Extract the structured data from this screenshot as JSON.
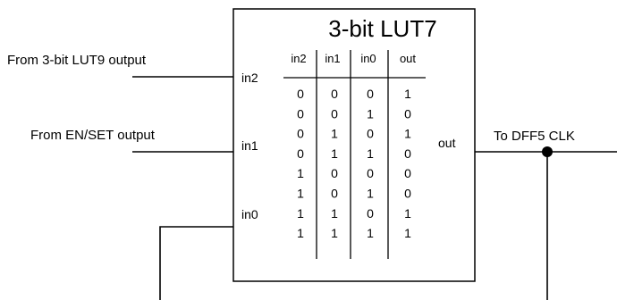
{
  "lut": {
    "title": "3-bit LUT7",
    "pins": {
      "in2": "in2",
      "in1": "in1",
      "in0": "in0",
      "out": "out"
    },
    "columns": [
      "in2",
      "in1",
      "in0",
      "out"
    ],
    "rows": [
      [
        "0",
        "0",
        "0",
        "1"
      ],
      [
        "0",
        "0",
        "1",
        "0"
      ],
      [
        "0",
        "1",
        "0",
        "1"
      ],
      [
        "0",
        "1",
        "1",
        "0"
      ],
      [
        "1",
        "0",
        "0",
        "0"
      ],
      [
        "1",
        "0",
        "1",
        "0"
      ],
      [
        "1",
        "1",
        "0",
        "1"
      ],
      [
        "1",
        "1",
        "1",
        "1"
      ]
    ]
  },
  "labels": {
    "in2_source": "From 3-bit LUT9 output",
    "in1_source": "From EN/SET output",
    "out_dest": "To DFF5 CLK"
  }
}
